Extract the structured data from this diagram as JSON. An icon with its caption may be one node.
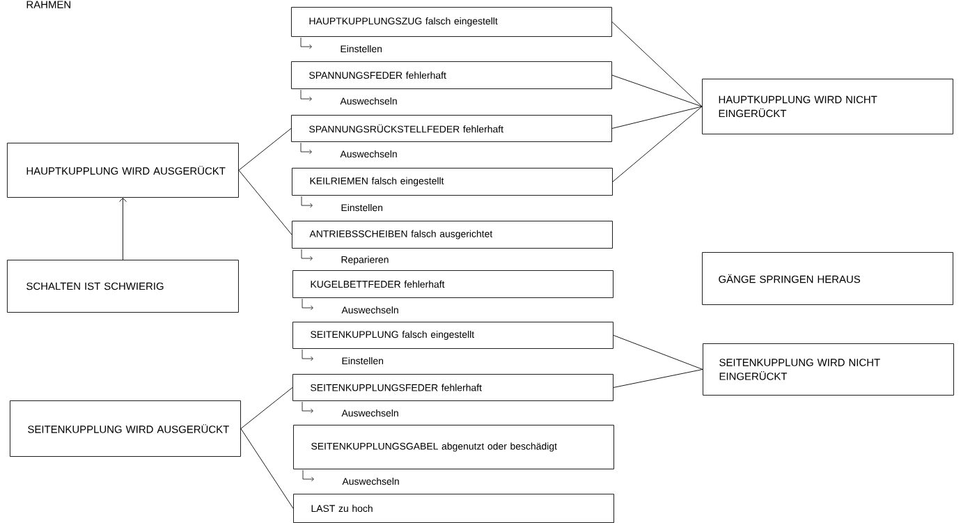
{
  "diagram": {
    "title": "RAHMEN",
    "nodes": [
      {
        "text": [
          "HAUPTKUPPLUNG WIRD AUSGERÜCKT"
        ]
      },
      {
        "text": [
          "SCHALTEN IST SCHWIERIG"
        ]
      },
      {
        "text": [
          "SEITENKUPPLUNG WIRD AUSGERÜCKT"
        ]
      },
      {
        "text": [
          "HAUPTKUPPLUNGSZUG falsch eingestellt"
        ],
        "beside": [
          "Einstellen"
        ]
      },
      {
        "text": [
          "SPANNUNGSFEDER fehlerhaft"
        ],
        "beside": [
          "Auswechseln"
        ]
      },
      {
        "text": [
          "SPANNUNGSRÜCKSTELLFEDER fehlerhaft"
        ],
        "beside": [
          "Auswechseln"
        ]
      },
      {
        "text": [
          "KEILRIEMEN falsch eingestellt"
        ],
        "beside": [
          "Einstellen"
        ]
      },
      {
        "text": [
          "ANTRIEBSSCHEIBEN falsch ausgerichtet"
        ],
        "beside": [
          "Reparieren"
        ]
      },
      {
        "text": [
          "KUGELBETTFEDER fehlerhaft"
        ],
        "beside": [
          "Auswechseln"
        ]
      },
      {
        "text": [
          "SEITENKUPPLUNG falsch eingestellt"
        ],
        "beside": [
          "Einstellen"
        ]
      },
      {
        "text": [
          "SEITENKUPPLUNGSFEDER fehlerhaft"
        ],
        "beside": [
          "Auswechseln"
        ]
      },
      {
        "text": [
          "SEITENKUPPLUNGSGABEL abgenutzt oder beschädigt"
        ],
        "beside": [
          "Auswechseln"
        ]
      },
      {
        "text": [
          "LAST zu hoch"
        ]
      },
      {
        "text": [
          "HAUPTKUPPLUNG WIRD NICHT EINGERÜCKT"
        ]
      },
      {
        "text": [
          "GÄNGE SPRINGEN HERAUS"
        ]
      },
      {
        "text": [
          "SEITENKUPPLUNG WIRD NICHT EINGERÜCKT"
        ]
      }
    ],
    "edges": [
      {
        "from": 1,
        "to": 0,
        "arrow": "to"
      },
      {
        "from": 0,
        "to": 5,
        "arrow": "none"
      },
      {
        "from": 0,
        "to": 7,
        "arrow": "none"
      },
      {
        "from": 3,
        "to": 13,
        "arrow": "none"
      },
      {
        "from": 4,
        "to": 13,
        "arrow": "none"
      },
      {
        "from": 5,
        "to": 13,
        "arrow": "none"
      },
      {
        "from": 6,
        "to": 13,
        "arrow": "none"
      },
      {
        "from": 9,
        "to": 15,
        "arrow": "none"
      },
      {
        "from": 10,
        "to": 15,
        "arrow": "none"
      },
      {
        "from": 2,
        "to": 10,
        "arrow": "none"
      },
      {
        "from": 2,
        "to": 12,
        "arrow": "none"
      }
    ]
  }
}
